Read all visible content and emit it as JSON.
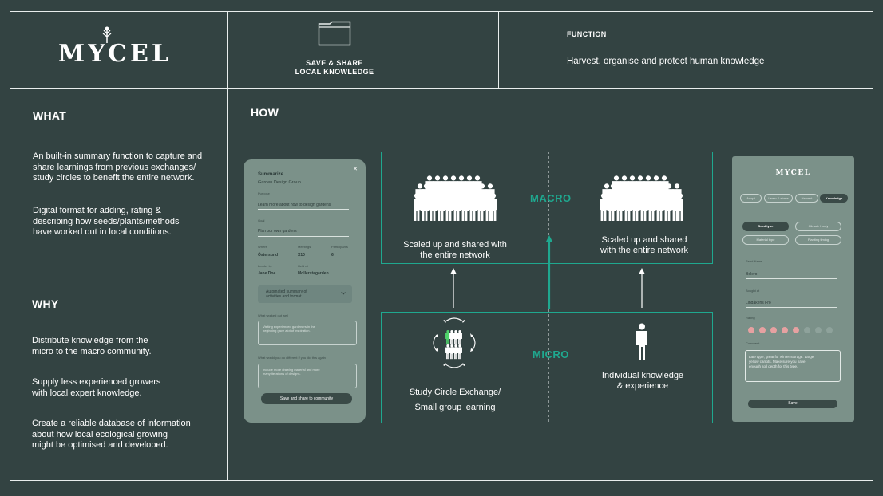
{
  "header": {
    "logo": "MYCEL",
    "save_share_line1": "SAVE & SHARE",
    "save_share_line2": "LOCAL KNOWLEDGE",
    "function_heading": "FUNCTION",
    "function_text": "Harvest, organise and protect human knowledge"
  },
  "what": {
    "heading": "WHAT",
    "p1": [
      "An built-in summary function to capture and",
      "share learnings from previous exchanges/",
      "study circles to benefit the entire network."
    ],
    "p2": [
      "Digital format for adding, rating &",
      "describing how seeds/plants/methods",
      "have worked out in local conditions."
    ]
  },
  "why": {
    "heading": "WHY",
    "p1": [
      "Distribute knowledge from the",
      "micro to the macro community."
    ],
    "p2": [
      "Supply less experienced  growers",
      "with local expert knowledge."
    ],
    "p3": [
      "Create a reliable database of information",
      "about how local ecological growing",
      "might be optimised and developed."
    ]
  },
  "how": {
    "heading": "HOW",
    "macro_label": "MACRO",
    "micro_label": "MICRO",
    "macro_left": [
      "Scaled up and shared with",
      "the entire network"
    ],
    "macro_right": [
      "Scaled up and shared",
      "with the entire network"
    ],
    "micro_left": [
      "Study Circle Exchange/",
      "Small group learning"
    ],
    "micro_right": [
      "Individual knowledge",
      "& experience"
    ]
  },
  "phone_left": {
    "close": "✕",
    "title": "Summarize",
    "subtitle": "Garden Design Group",
    "purpose_label": "Purpose",
    "purpose_value": "Learn more about how to design gardens",
    "goal_label": "Goal",
    "goal_value": "Plan our own gardens",
    "where_label": "Where",
    "where_value": "Östersund",
    "meetings_label": "Meetings",
    "meetings_value": "X10",
    "participants_label": "Participants",
    "participants_value": "6",
    "leader_label": "Leader by",
    "leader_value": "Jane Doe",
    "host_label": "Held at",
    "host_value": "Mollerstagarden",
    "auto_summary": [
      "Automated summary of",
      "activities and format"
    ],
    "worked_label": "What worked out well",
    "worked_value": [
      "Visiting experienced gardeners in the",
      "beginning gave alot of inspiration."
    ],
    "different_label": "What would you do different if you did this again",
    "different_value": [
      "Include more drawing material and more",
      "many iterations of designs."
    ],
    "save_button": "Save and share to community"
  },
  "phone_right": {
    "logo": "MYCEL",
    "tabs": [
      "Adopt",
      "Learn & share",
      "Harvest",
      "Knowledge"
    ],
    "chips": [
      "Seed type",
      "Climate hardy",
      "Material type",
      "Planting timing"
    ],
    "seed_label": "Seed Name",
    "seed_value": "Bolero",
    "origin_label": "Bought at",
    "origin_value": "Lindåkens Frö",
    "rating_label": "Rating",
    "rating_value": 5,
    "rating_max": 8,
    "comment_label": "Comment",
    "comment_value": [
      "Late type, great for winter storage. Large",
      "yellow carrots. Make sure you have",
      "enough soil depth for this type."
    ],
    "save_button": "Save"
  },
  "colors": {
    "background": "#334342",
    "accent_teal": "#1fa88f",
    "phone_bg": "#7b9189",
    "rating_on": "#e6a1a1",
    "rating_off": "#8ea29b"
  }
}
